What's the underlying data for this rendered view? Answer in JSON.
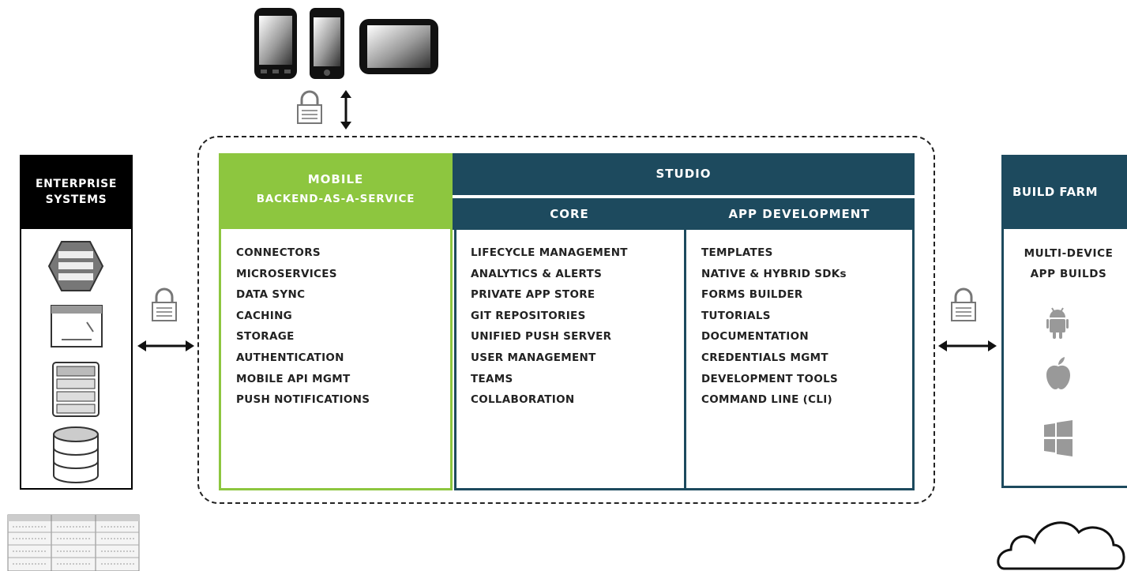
{
  "enterprise": {
    "title_line1": "ENTERPRISE",
    "title_line2": "SYSTEMS"
  },
  "mbaas": {
    "title_line1": "MOBILE",
    "title_line2": "BACKEND-AS-A-SERVICE",
    "items": [
      "CONNECTORS",
      "MICROSERVICES",
      "DATA SYNC",
      "CACHING",
      "STORAGE",
      "AUTHENTICATION",
      "MOBILE API MGMT",
      "PUSH NOTIFICATIONS"
    ]
  },
  "studio": {
    "title": "STUDIO",
    "core": {
      "title": "CORE",
      "items": [
        "LIFECYCLE MANAGEMENT",
        "ANALYTICS & ALERTS",
        "PRIVATE APP STORE",
        "GIT REPOSITORIES",
        "UNIFIED PUSH SERVER",
        "USER MANAGEMENT",
        "TEAMS",
        "COLLABORATION"
      ]
    },
    "app_development": {
      "title": "APP DEVELOPMENT",
      "items": [
        "TEMPLATES",
        "NATIVE & HYBRID SDKs",
        "FORMS BUILDER",
        "TUTORIALS",
        "DOCUMENTATION",
        "CREDENTIALS MGMT",
        "DEVELOPMENT TOOLS",
        "COMMAND LINE (CLI)"
      ]
    }
  },
  "build_farm": {
    "title": "BUILD FARM",
    "label_line1": "MULTI-DEVICE",
    "label_line2": "APP BUILDS"
  },
  "icons": [
    "phone-icon",
    "smartphone-icon",
    "tablet-icon",
    "padlock-icon",
    "vertical-arrow-icon",
    "horizontal-arrow-icon",
    "network-hub-icon",
    "browser-window-icon",
    "server-rack-icon",
    "database-icon",
    "datacenter-grid-icon",
    "android-icon",
    "apple-icon",
    "windows-icon",
    "cloud-icon"
  ],
  "colors": {
    "mbaas_green": "#8dc63f",
    "studio_navy": "#1d4a5e",
    "enterprise_black": "#000000"
  }
}
